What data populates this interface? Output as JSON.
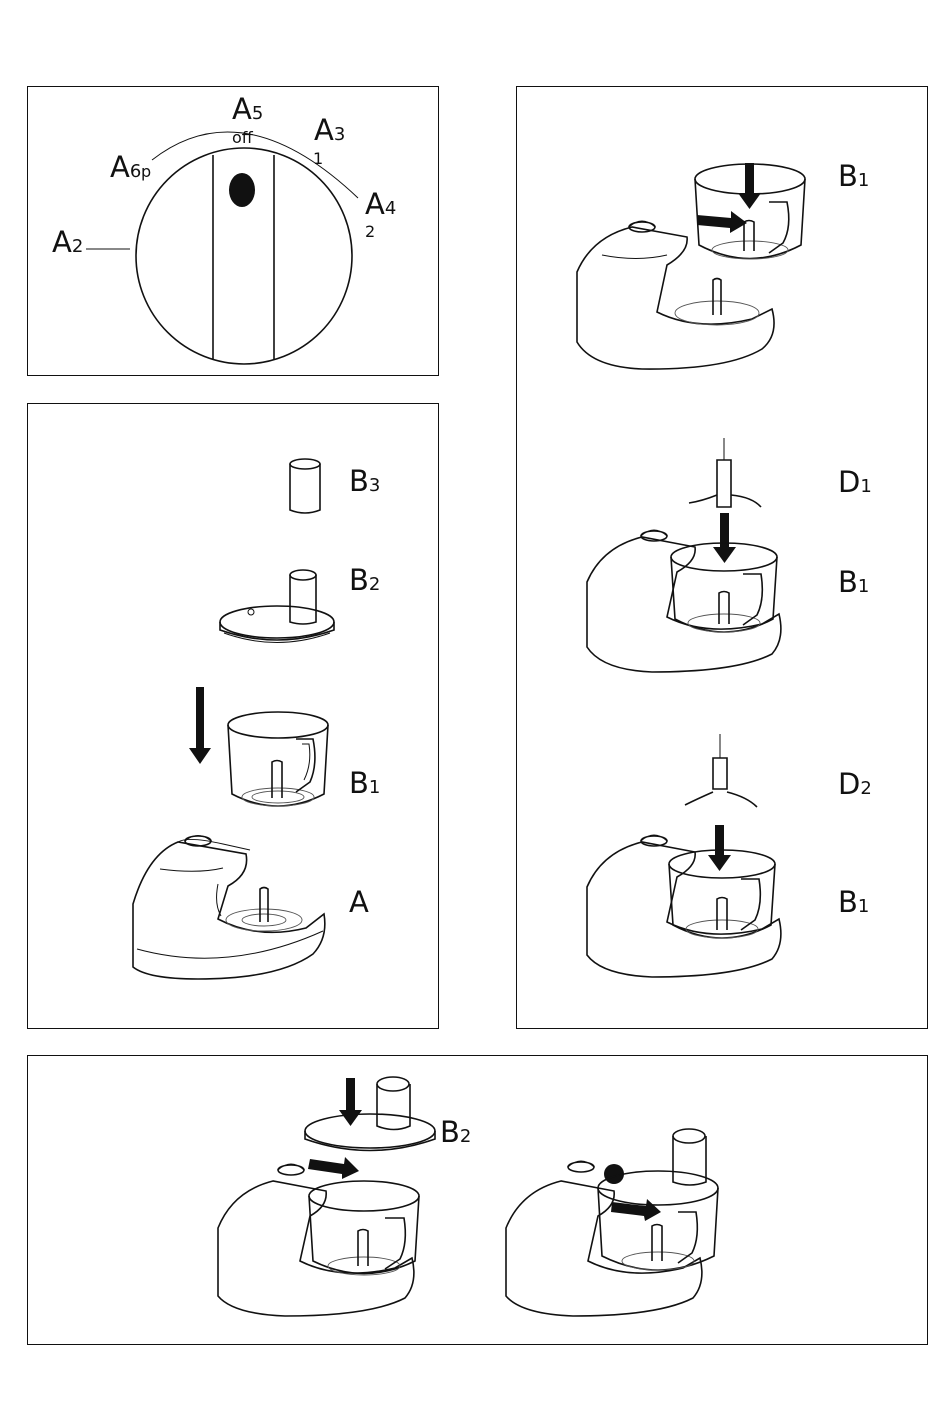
{
  "dial": {
    "labels": [
      {
        "main": "A",
        "sub": "5",
        "extra": "off"
      },
      {
        "main": "A",
        "sub": "3",
        "extra": "1"
      },
      {
        "main": "A",
        "sub": "4",
        "extra": "2"
      },
      {
        "main": "A",
        "sub": "6",
        "extra": "p"
      },
      {
        "main": "A",
        "sub": "2",
        "extra": ""
      }
    ]
  },
  "assembly": {
    "labels": [
      {
        "main": "B",
        "sub": "3"
      },
      {
        "main": "B",
        "sub": "2"
      },
      {
        "main": "B",
        "sub": "1"
      },
      {
        "main": "A",
        "sub": ""
      }
    ]
  },
  "right_panel": {
    "labels": [
      {
        "main": "B",
        "sub": "1"
      },
      {
        "main": "D",
        "sub": "1"
      },
      {
        "main": "B",
        "sub": "1"
      },
      {
        "main": "D",
        "sub": "2"
      },
      {
        "main": "B",
        "sub": "1"
      }
    ]
  },
  "bottom": {
    "labels": [
      {
        "main": "B",
        "sub": "2"
      }
    ]
  }
}
